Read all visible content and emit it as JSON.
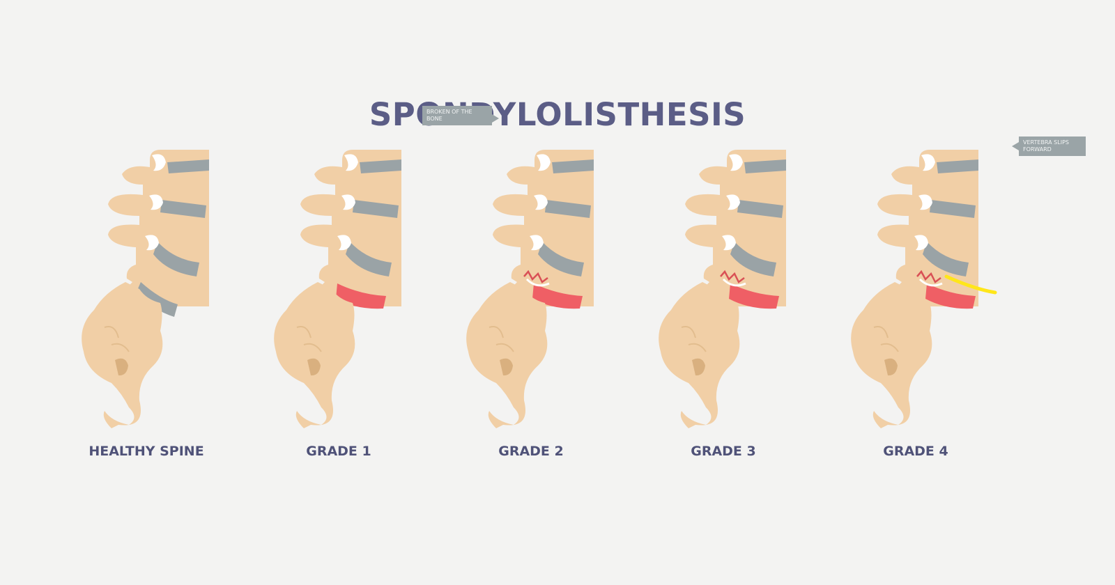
{
  "title": "SPONDYLOLISTHESIS",
  "colors": {
    "title": "#5b5d86",
    "bone": "#f1cfa6",
    "bone_dark": "#d9b07f",
    "disc": "#9aa3a6",
    "slip_disc": "#ef5f65",
    "crack": "#d95055",
    "highlight": "#ffe61a",
    "callout": "#9aa4a7"
  },
  "panels": [
    {
      "label": "HEALTHY SPINE",
      "grade": 0
    },
    {
      "label": "GRADE 1",
      "grade": 1
    },
    {
      "label": "GRADE 2",
      "grade": 2
    },
    {
      "label": "GRADE 3",
      "grade": 3
    },
    {
      "label": "GRADE 4",
      "grade": 4
    }
  ],
  "callouts": {
    "broken_bone": "BROKEN OF THE BONE",
    "vertebra_slips": "VERTEBRA SLIPS FORWARD"
  },
  "icons": [
    "spine-illustration-icon"
  ]
}
